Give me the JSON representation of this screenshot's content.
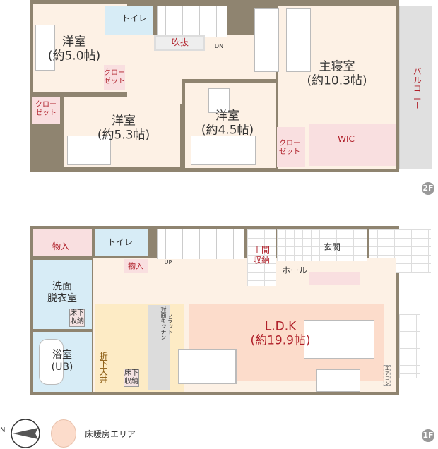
{
  "floor2": {
    "badge": "2F",
    "rooms": {
      "western1": {
        "name": "洋室",
        "size": "(約5.0帖)"
      },
      "western2": {
        "name": "洋室",
        "size": "(約5.3帖)"
      },
      "western3": {
        "name": "洋室",
        "size": "(約4.5帖)"
      },
      "master": {
        "name": "主寝室",
        "size": "(約10.3帖)"
      },
      "toilet": "トイレ",
      "void": "吹抜",
      "stairs": "DN",
      "closet1": "クロー\nゼット",
      "closet2": "クロー\nゼット",
      "closet3": "クロー\nゼット",
      "wic": "WIC",
      "balcony": "バルコニー"
    }
  },
  "floor1": {
    "badge": "1F",
    "rooms": {
      "storage1": "物入",
      "storage2": "物入",
      "toilet": "トイレ",
      "stairs": "UP",
      "earthen_storage": "土間\n収納",
      "entrance": "玄関",
      "hall": "ホール",
      "washroom": "洗面\n脱衣室",
      "underfloor1": "床下\n収納",
      "underfloor2": "床下\n収納",
      "bath": "浴室\n(UB)",
      "lowered_ceiling": "折下天井",
      "kitchen": "フラット\n対面キッチン",
      "ldk": {
        "name": "L.D.K",
        "size": "(約19.9帖)"
      },
      "aircon": "エアコン"
    }
  },
  "legend": {
    "compass": "N",
    "heating_label": "床暖房エリア",
    "heating_color": "#fcdccb"
  },
  "colors": {
    "wall": "#8f8470",
    "room": "#fdf1e5",
    "wet": "#d7ecf6",
    "storage": "#f9dfe0",
    "accent_text": "#b0202a"
  }
}
